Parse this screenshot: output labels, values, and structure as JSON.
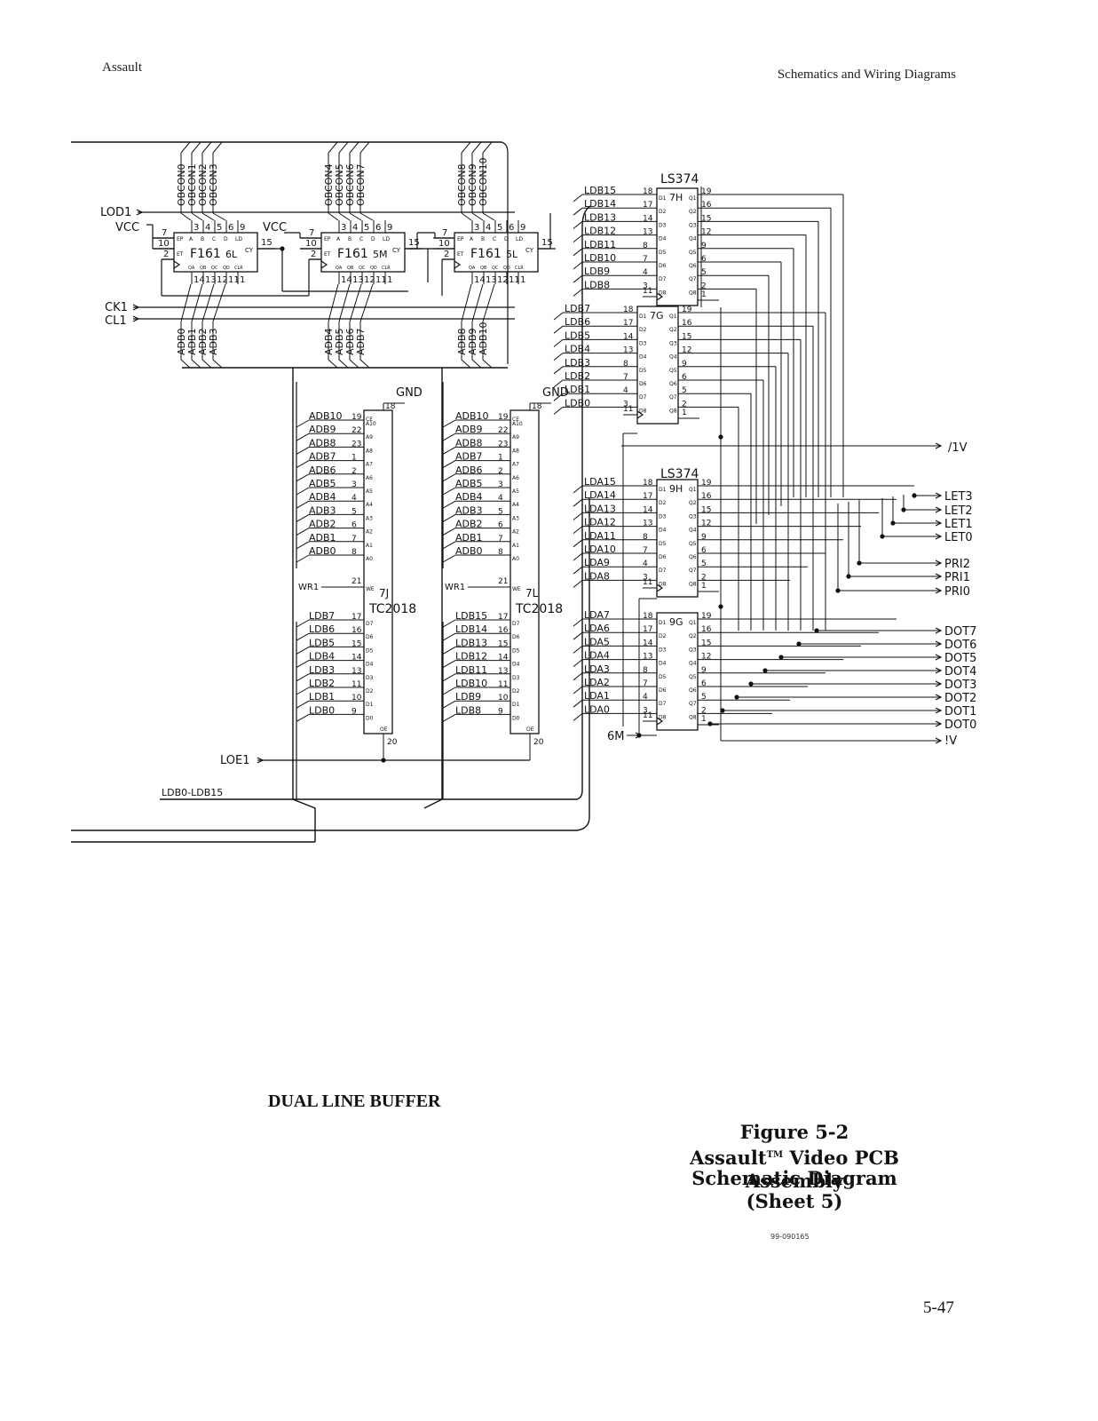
{
  "header": {
    "left": "Assault",
    "right": "Schematics and Wiring Diagrams"
  },
  "section_title": "DUAL LINE BUFFER",
  "figure": {
    "number": "Figure 5-2",
    "title_prefix": "Assault",
    "trademark": "TM",
    "title_rest": " Video PCB Assembly",
    "line3": "Schematic Diagram",
    "line4": "(Sheet 5)"
  },
  "drawing_code": "99-090165",
  "page_number": "5-47",
  "signals": {
    "lod1": "LOD1",
    "vcc": "VCC",
    "ck1": "CK1",
    "cl1": "CL1",
    "wr1": "WR1",
    "loe1": "LOE1",
    "bus": "LDB0-LDB15",
    "gnd": "GND",
    "m6": "6M",
    "iv_in": "!V",
    "iv_out": "/1V"
  },
  "counters": [
    {
      "name": "F161",
      "ref": "6L",
      "obcon": [
        "OBCON0",
        "OBCON1",
        "OBCON2",
        "OBCON3"
      ],
      "adb": [
        "ADB0",
        "ADB1",
        "ADB2",
        "ADB3"
      ]
    },
    {
      "name": "F161",
      "ref": "5M",
      "obcon": [
        "OBCON4",
        "OBCON5",
        "OBCON6",
        "OBCON7"
      ],
      "adb": [
        "ADB4",
        "ADB5",
        "ADB6",
        "ADB7"
      ]
    },
    {
      "name": "F161",
      "ref": "5L",
      "obcon": [
        "OBCON8",
        "OBCON9",
        "OBCON10"
      ],
      "adb": [
        "ADB8",
        "ADB9",
        "ADB10"
      ]
    }
  ],
  "counter_pins": {
    "top": [
      "3",
      "4",
      "5",
      "6",
      "9"
    ],
    "top_labels": [
      "A",
      "B",
      "C",
      "D",
      "LD"
    ],
    "bottom": [
      "14",
      "13",
      "12",
      "11",
      "1"
    ],
    "bottom_labels": [
      "QA",
      "QB",
      "QC",
      "QD",
      "CLR"
    ],
    "ep": "7",
    "et": "10",
    "ck": "2",
    "cy": "15"
  },
  "rams": [
    {
      "ref": "7J",
      "part": "TC2018",
      "addr": [
        "ADB10",
        "ADB9",
        "ADB8",
        "ADB7",
        "ADB6",
        "ADB5",
        "ADB4",
        "ADB3",
        "ADB2",
        "ADB1",
        "ADB0"
      ],
      "data": [
        "LDB7",
        "LDB6",
        "LDB5",
        "LDB4",
        "LDB3",
        "LDB2",
        "LDB1",
        "LDB0"
      ]
    },
    {
      "ref": "7L",
      "part": "TC2018",
      "addr": [
        "ADB10",
        "ADB9",
        "ADB8",
        "ADB7",
        "ADB6",
        "ADB5",
        "ADB4",
        "ADB3",
        "ADB2",
        "ADB1",
        "ADB0"
      ],
      "data": [
        "LDB15",
        "LDB14",
        "LDB13",
        "LDB12",
        "LDB11",
        "LDB10",
        "LDB9",
        "LDB8"
      ]
    }
  ],
  "ram_pins": {
    "addr": [
      "19",
      "22",
      "23",
      "1",
      "2",
      "3",
      "4",
      "5",
      "6",
      "7",
      "8"
    ],
    "data": [
      "17",
      "16",
      "15",
      "14",
      "13",
      "11",
      "10",
      "9"
    ],
    "addr_labels": [
      "A10",
      "A9",
      "A8",
      "A7",
      "A6",
      "A5",
      "A4",
      "A3",
      "A2",
      "A1",
      "A0"
    ],
    "data_labels": [
      "D7",
      "D6",
      "D5",
      "D4",
      "D3",
      "D2",
      "D1",
      "D0"
    ],
    "ce": "18",
    "we": "21",
    "oe": "20"
  },
  "latches": [
    {
      "part": "LS374",
      "ref": "7H",
      "inputs": [
        "LDB15",
        "LDB14",
        "LDB13",
        "LDB12",
        "LDB11",
        "LDB10",
        "LDB9",
        "LDB8"
      ]
    },
    {
      "part": "",
      "ref": "7G",
      "inputs": [
        "LDB7",
        "LDB6",
        "LDB5",
        "LDB4",
        "LDB3",
        "LDB2",
        "LDB1",
        "LDB0"
      ]
    },
    {
      "part": "LS374",
      "ref": "9H",
      "inputs": [
        "LDA15",
        "LDA14",
        "LDA13",
        "LDA12",
        "LDA11",
        "LDA10",
        "LDA9",
        "LDA8"
      ]
    },
    {
      "part": "",
      "ref": "9G",
      "inputs": [
        "LDA7",
        "LDA6",
        "LDA5",
        "LDA4",
        "LDA3",
        "LDA2",
        "LDA1",
        "LDA0"
      ]
    }
  ],
  "latch_pins": {
    "in": [
      "18",
      "17",
      "14",
      "13",
      "8",
      "7",
      "4",
      "3"
    ],
    "out": [
      "19",
      "16",
      "15",
      "12",
      "9",
      "6",
      "5",
      "2"
    ],
    "clk": "11",
    "oc": "1",
    "in_labels": [
      "D1",
      "D2",
      "D3",
      "D4",
      "D5",
      "D6",
      "D7",
      "D8"
    ],
    "out_labels": [
      "Q1",
      "Q2",
      "Q3",
      "Q4",
      "Q5",
      "Q6",
      "Q7",
      "Q8"
    ]
  },
  "outputs": [
    "LET3",
    "LET2",
    "LET1",
    "LET0",
    "PRI2",
    "PRI1",
    "PRI0",
    "DOT7",
    "DOT6",
    "DOT5",
    "DOT4",
    "DOT3",
    "DOT2",
    "DOT1",
    "DOT0"
  ]
}
